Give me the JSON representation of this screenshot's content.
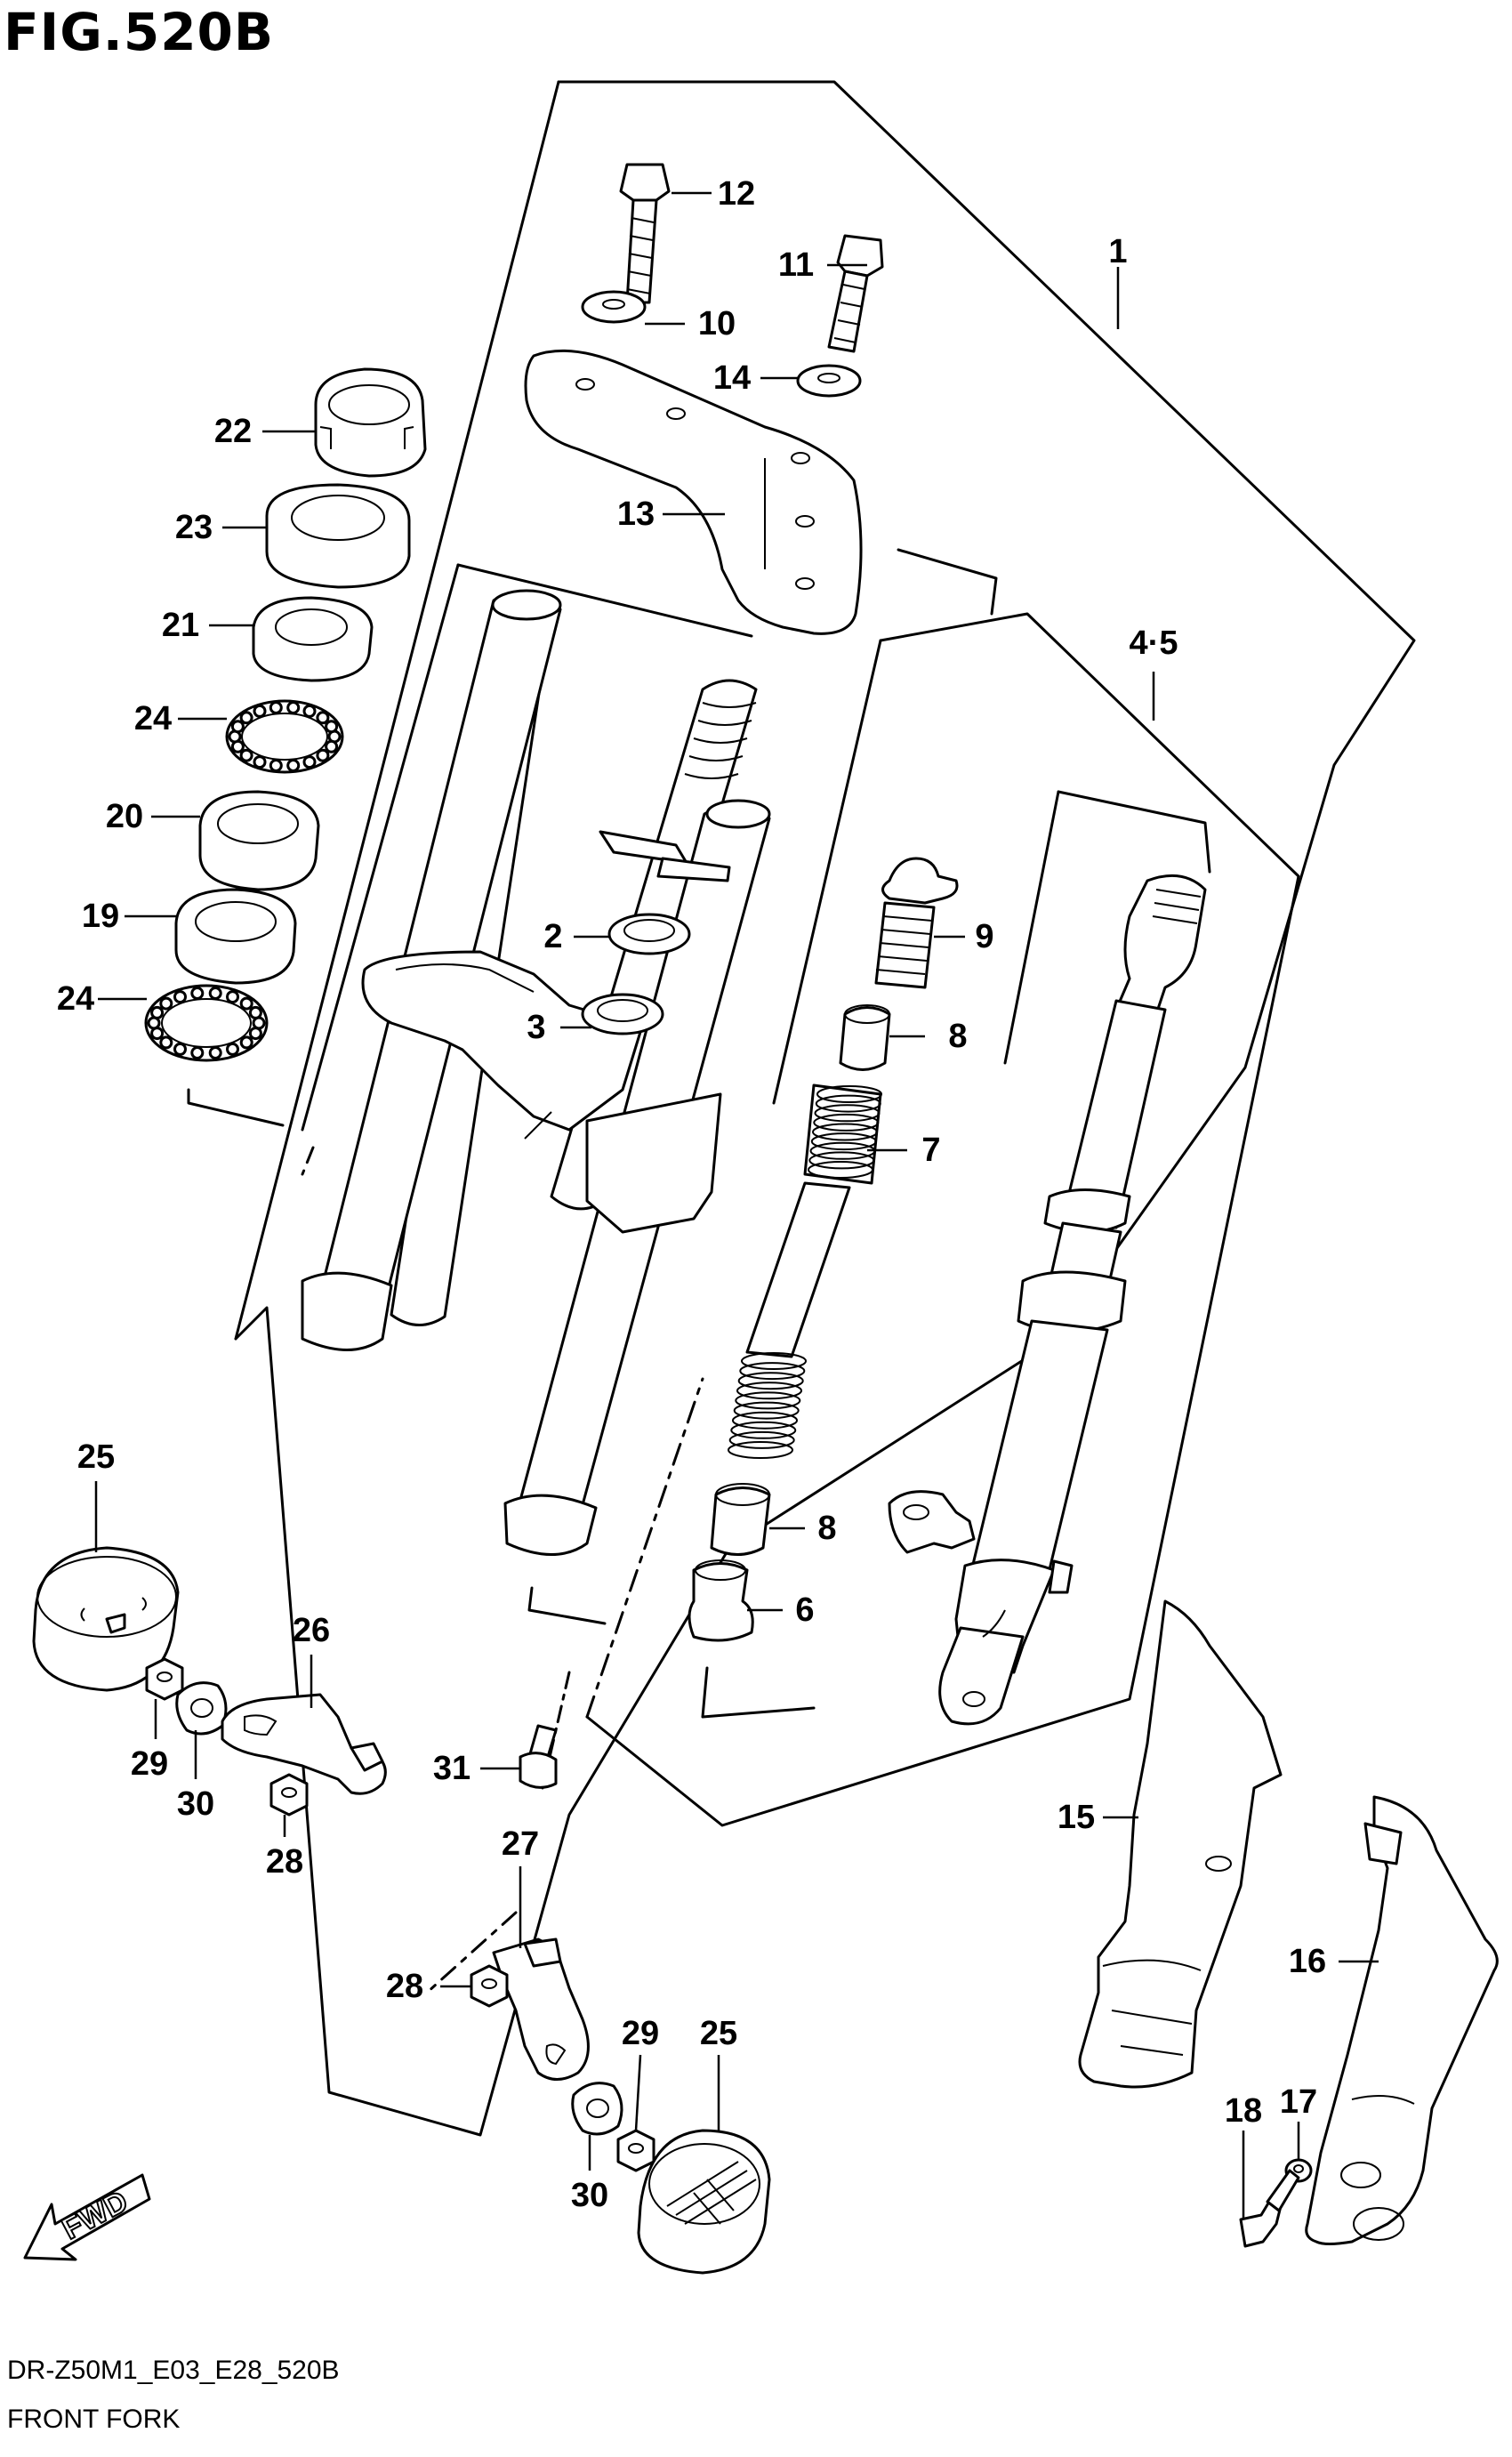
{
  "figure": {
    "title": "FIG.520B"
  },
  "footer": {
    "code": "DR-Z50M1_E03_E28_520B",
    "name": "FRONT FORK"
  },
  "fwd_label": "FWD",
  "callouts": {
    "c1": "1",
    "c45": "4·5",
    "c2": "2",
    "c3": "3",
    "c6": "6",
    "c7": "7",
    "c8a": "8",
    "c8b": "8",
    "c9": "9",
    "c10": "10",
    "c11": "11",
    "c12": "12",
    "c13": "13",
    "c14": "14",
    "c15": "15",
    "c16": "16",
    "c17": "17",
    "c18": "18",
    "c19": "19",
    "c20": "20",
    "c21": "21",
    "c22": "22",
    "c23": "23",
    "c24a": "24",
    "c24b": "24",
    "c25a": "25",
    "c25b": "25",
    "c26": "26",
    "c27": "27",
    "c28a": "28",
    "c28b": "28",
    "c29a": "29",
    "c29b": "29",
    "c30a": "30",
    "c30b": "30",
    "c31": "31"
  }
}
